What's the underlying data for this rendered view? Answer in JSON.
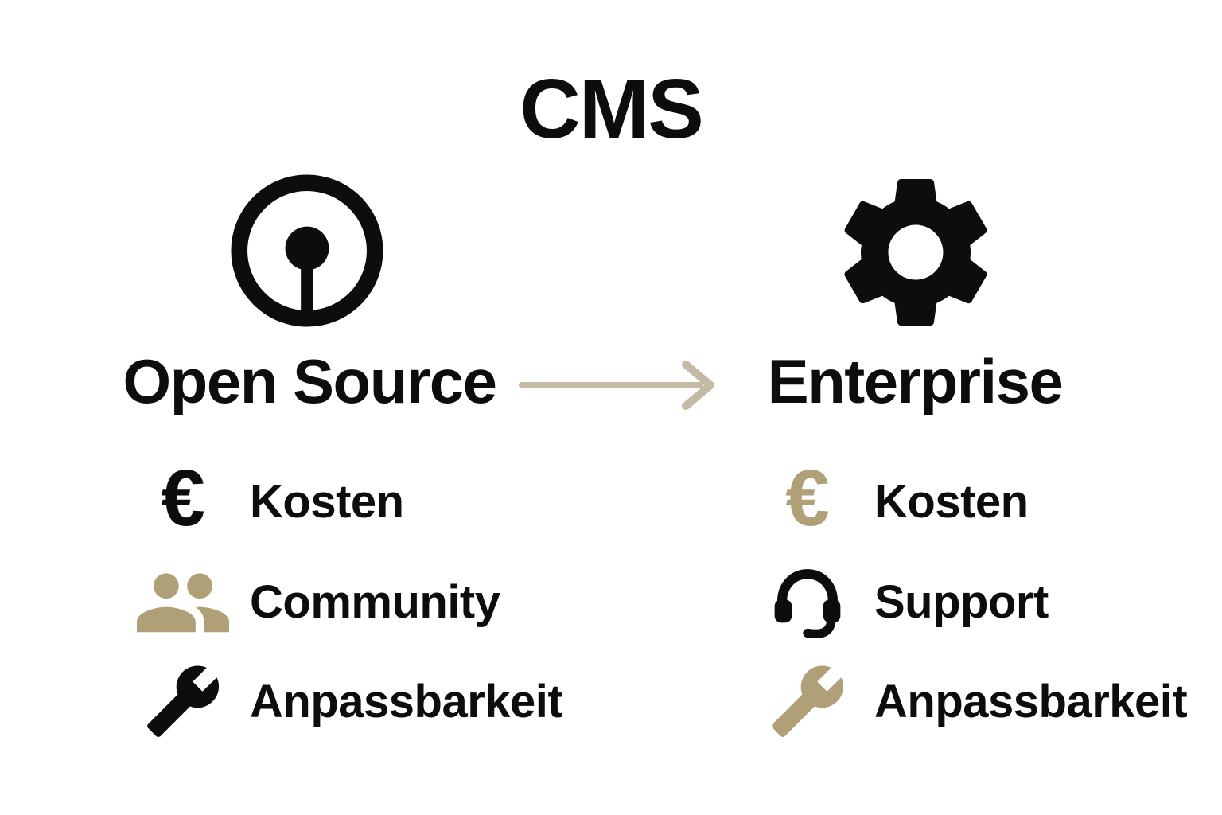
{
  "title": "CMS",
  "colors": {
    "black": "#0d0d0b",
    "gold": "#b0a077",
    "arrow": "#c4bba6",
    "background": "#ffffff"
  },
  "icons": {
    "euro_glyph": "€",
    "left_column_icon": "open-source-keyhole-icon",
    "right_column_icon": "gear-icon",
    "connector": "arrow-right-icon"
  },
  "columns": {
    "left": {
      "heading": "Open Source",
      "icon": "open-source-keyhole-icon",
      "items": [
        {
          "icon": "euro-icon",
          "icon_color": "black",
          "label": "Kosten"
        },
        {
          "icon": "people-icon",
          "icon_color": "gold",
          "label": "Community"
        },
        {
          "icon": "wrench-icon",
          "icon_color": "black",
          "label": "Anpassbarkeit"
        }
      ]
    },
    "right": {
      "heading": "Enterprise",
      "icon": "gear-icon",
      "items": [
        {
          "icon": "euro-icon",
          "icon_color": "gold",
          "label": "Kosten"
        },
        {
          "icon": "headset-icon",
          "icon_color": "black",
          "label": "Support"
        },
        {
          "icon": "wrench-icon",
          "icon_color": "gold",
          "label": "Anpassbarkeit"
        }
      ]
    }
  },
  "arrow": {
    "direction": "right",
    "from": "Open Source",
    "to": "Enterprise"
  }
}
